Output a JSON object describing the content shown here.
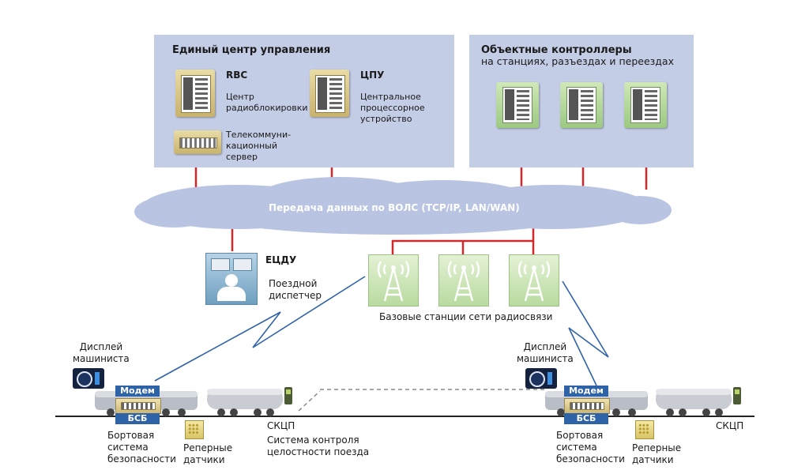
{
  "center": {
    "title": "Единый центр управления",
    "rbc_title": "RBC",
    "rbc_desc": [
      "Центр",
      "радиоблокировки"
    ],
    "cpu_title": "ЦПУ",
    "cpu_desc": [
      "Центральное",
      "процессорное",
      "устройство"
    ],
    "telecom_desc": [
      "Телекоммуни-",
      "кационный",
      "сервер"
    ]
  },
  "controllers": {
    "title": "Объектные контроллеры",
    "subtitle": "на станциях, разъездах и переездах"
  },
  "network": {
    "label": "Передача данных по ВОЛС (TCP/IP, LAN/WAN)"
  },
  "dispatch": {
    "title": "ЕЦДУ",
    "desc": [
      "Поездной",
      "диспетчер"
    ]
  },
  "radio": {
    "label": "Базовые станции сети радиосвязи"
  },
  "train_left": {
    "display_label": [
      "Дисплей",
      "машиниста"
    ],
    "modem": "Модем",
    "bsb": "БСБ",
    "safety_label": [
      "Бортовая",
      "система",
      "безопасности"
    ],
    "sensors_label": [
      "Реперные",
      "датчики"
    ],
    "skcp": "СКЦП",
    "integrity_label": [
      "Система контроля",
      "целостности поезда"
    ]
  },
  "train_right": {
    "display_label": [
      "Дисплей",
      "машиниста"
    ],
    "modem": "Модем",
    "bsb": "БСБ",
    "safety_label": [
      "Бортовая",
      "система",
      "безопасности"
    ],
    "sensors_label": [
      "Реперные",
      "датчики"
    ],
    "skcp": "СКЦП"
  },
  "colors": {
    "link": "#d2272b",
    "radio": "#2f63a8",
    "panel": "#c4cde6",
    "cloud": "#b9c4e2"
  }
}
